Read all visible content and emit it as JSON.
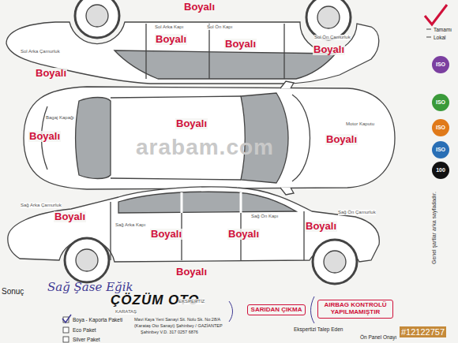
{
  "diagram": {
    "nodes": [
      {
        "text": [
          "ISO"
        ]
      },
      {
        "text": [
          "ISO"
        ]
      },
      {
        "text": [
          "ISO"
        ]
      },
      {
        "text": [
          "ISO"
        ]
      },
      {
        "text": [
          "100"
        ]
      },
      {
        "text": [
          "SARIDAN ÇIKMA"
        ]
      },
      {
        "text": [
          "AIRBAG KONTROLÜ YAPILMAMIŞTIR"
        ]
      }
    ],
    "labels": [
      "Boyalı",
      "Sol Arka Kapı",
      "Sol Ön Kapı",
      "Boyalı",
      "Boyalı",
      "Sol Ön Çamurluk",
      "Boyalı",
      "Sol Arka Çamurluk",
      "Boyalı",
      "Bagaj Kapağı",
      "Boyalı",
      "Boyalı",
      "Motor Kaputu",
      "Boyalı",
      "arabam.com",
      "Sağ Arka Çamurluk",
      "Boyalı",
      "Sağ Arka Kapı",
      "Boyalı",
      "Boyalı",
      "Sağ Ön Kapı",
      "Sağ Ön Çamurluk",
      "Boyalı",
      "Boyalı",
      "Tamamı",
      "Lokal",
      "Genel şartlar arka sayfadadır.",
      "Sonuç",
      "Sağ Şase Eğik",
      "ÇÖZÜM OTO",
      "EKSPERTİZ",
      "KARATAŞ",
      "Boya - Kaporta Paketi",
      "Eco Paket",
      "Silver Paket",
      "Mavi Kaya Yeni Sanayi Sit. Nolu Sk. No:28/A",
      "(Karataş Oto Sanayi) Şahinbey / GAZİANTEP",
      "Şahinbey V.D. 317 0257 6876",
      "Ekspertizi Talep Eden",
      "Ön Panel Onayı",
      "#12122757"
    ]
  }
}
